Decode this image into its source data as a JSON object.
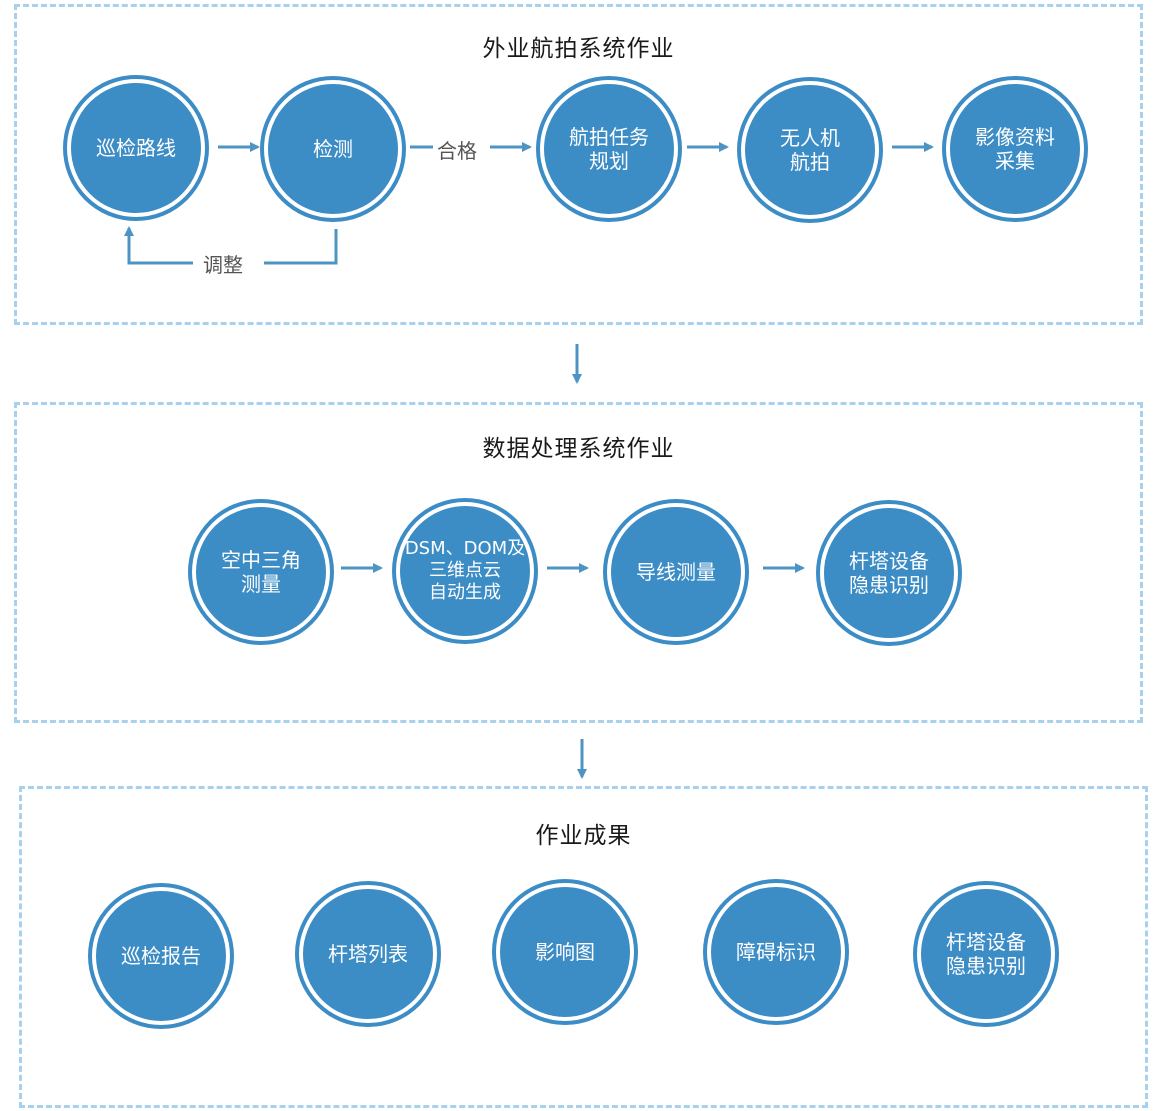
{
  "sections": [
    {
      "title": "外业航拍系统作业",
      "nodes": [
        "巡检路线",
        "检测",
        "航拍任务\n规划",
        "无人机\n航拍",
        "影像资料\n采集"
      ],
      "edge_labels": {
        "qualified": "合格",
        "adjust": "调整"
      }
    },
    {
      "title": "数据处理系统作业",
      "nodes": [
        "空中三角\n测量",
        "DSM、DOM及\n三维点云\n自动生成",
        "导线测量",
        "杆塔设备\n隐患识别"
      ]
    },
    {
      "title": "作业成果",
      "nodes": [
        "巡检报告",
        "杆塔列表",
        "影响图",
        "障碍标识",
        "杆塔设备\n隐患识别"
      ]
    }
  ],
  "colors": {
    "node_fill": "#3c8cc6",
    "arrow": "#4d94c2",
    "border_dashed": "#a9d0ec"
  }
}
